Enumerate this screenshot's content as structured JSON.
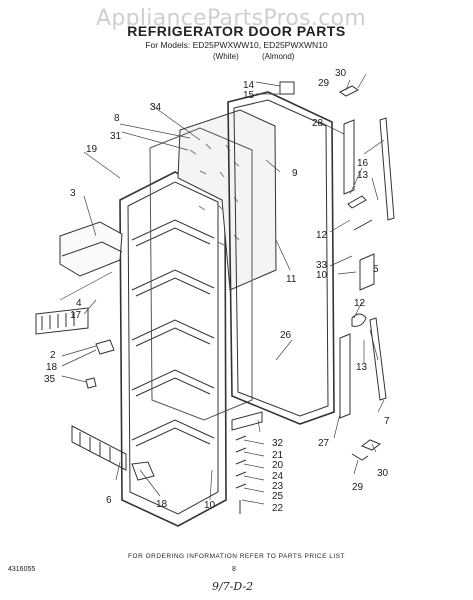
{
  "header": {
    "watermark": "AppliancePartsPros.com",
    "title": "REFRIGERATOR DOOR PARTS",
    "models_line": "For Models: ED25PWXWW10, ED25PWXWN10",
    "color_white": "(White)",
    "color_almond": "(Almond)"
  },
  "callouts": [
    "30",
    "29",
    "14",
    "15",
    "34",
    "9",
    "28",
    "8",
    "31",
    "19",
    "16",
    "13",
    "3",
    "12",
    "33",
    "10",
    "5",
    "11",
    "4",
    "17",
    "12",
    "26",
    "13",
    "2",
    "18",
    "35",
    "7",
    "32",
    "21",
    "20",
    "24",
    "23",
    "25",
    "22",
    "27",
    "30",
    "29",
    "6",
    "18",
    "10"
  ],
  "footer": {
    "note": "FOR ORDERING INFORMATION REFER TO PARTS PRICE LIST",
    "doc_id": "4316055",
    "page_number": "8",
    "handwritten": "9/7-D-2"
  }
}
